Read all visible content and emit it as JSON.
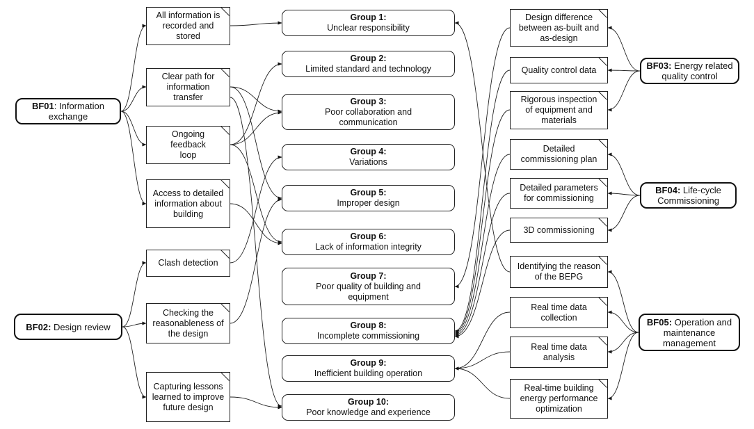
{
  "groups": [
    {
      "title": "Group 1:",
      "label": "Unclear responsibility"
    },
    {
      "title": "Group 2:",
      "label": "Limited standard and technology"
    },
    {
      "title": "Group 3:",
      "label": "Poor collaboration and communication"
    },
    {
      "title": "Group 4:",
      "label": "Variations"
    },
    {
      "title": "Group 5:",
      "label": "Improper design"
    },
    {
      "title": "Group 6:",
      "label": "Lack of information integrity"
    },
    {
      "title": "Group 7:",
      "label": "Poor quality of building and equipment"
    },
    {
      "title": "Group 8:",
      "label": "Incomplete commissioning"
    },
    {
      "title": "Group 9:",
      "label": "Inefficient building operation"
    },
    {
      "title": "Group 10:",
      "label": "Poor knowledge and experience"
    }
  ],
  "functions": [
    {
      "code": "BF01",
      "label": ": Information exchange"
    },
    {
      "code": "BF02:",
      "label": " Design review"
    },
    {
      "code": "BF03:",
      "label": " Energy related quality control"
    },
    {
      "code": "BF04:",
      "label": " Life-cycle Commissioning"
    },
    {
      "code": "BF05:",
      "label": " Operation and maintenance management"
    }
  ],
  "benefits": {
    "info_recorded": "All information is recorded and stored",
    "clear_path": "Clear path for information transfer",
    "feedback_loop": "Ongoing feedback loop",
    "detailed_access": "Access to detailed information about building",
    "clash_detection": "Clash detection",
    "reasonableness": "Checking the reasonableness of the design",
    "lessons_learned": "Capturing lessons learned to improve future design",
    "design_difference": "Design difference between as-built and as-design",
    "quality_data": "Quality control data",
    "rigorous_inspection": "Rigorous inspection of equipment and materials",
    "commissioning_plan": "Detailed commissioning plan",
    "commissioning_params": "Detailed parameters for commissioning",
    "commissioning_3d": "3D commissioning",
    "bepg_reason": "Identifying the reason of the BEPG",
    "rt_collection": "Real time data collection",
    "rt_analysis": "Real time data analysis",
    "rt_optimization": "Real-time building energy performance optimization"
  },
  "colors": {
    "line": "#222222",
    "box_border": "#222222",
    "background": "#ffffff"
  }
}
